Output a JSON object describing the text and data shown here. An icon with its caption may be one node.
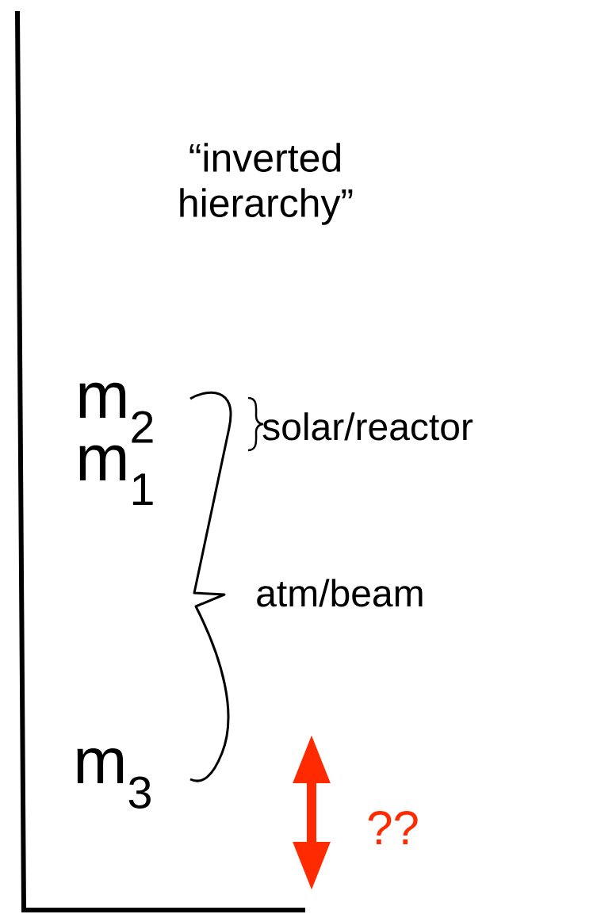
{
  "diagram": {
    "labels": [
      "“inverted hierarchy”",
      "m$_{2}$",
      "m$_{1}$",
      "solar/reactor",
      "atm/beam",
      "m$_{3}$",
      "??"
    ]
  }
}
